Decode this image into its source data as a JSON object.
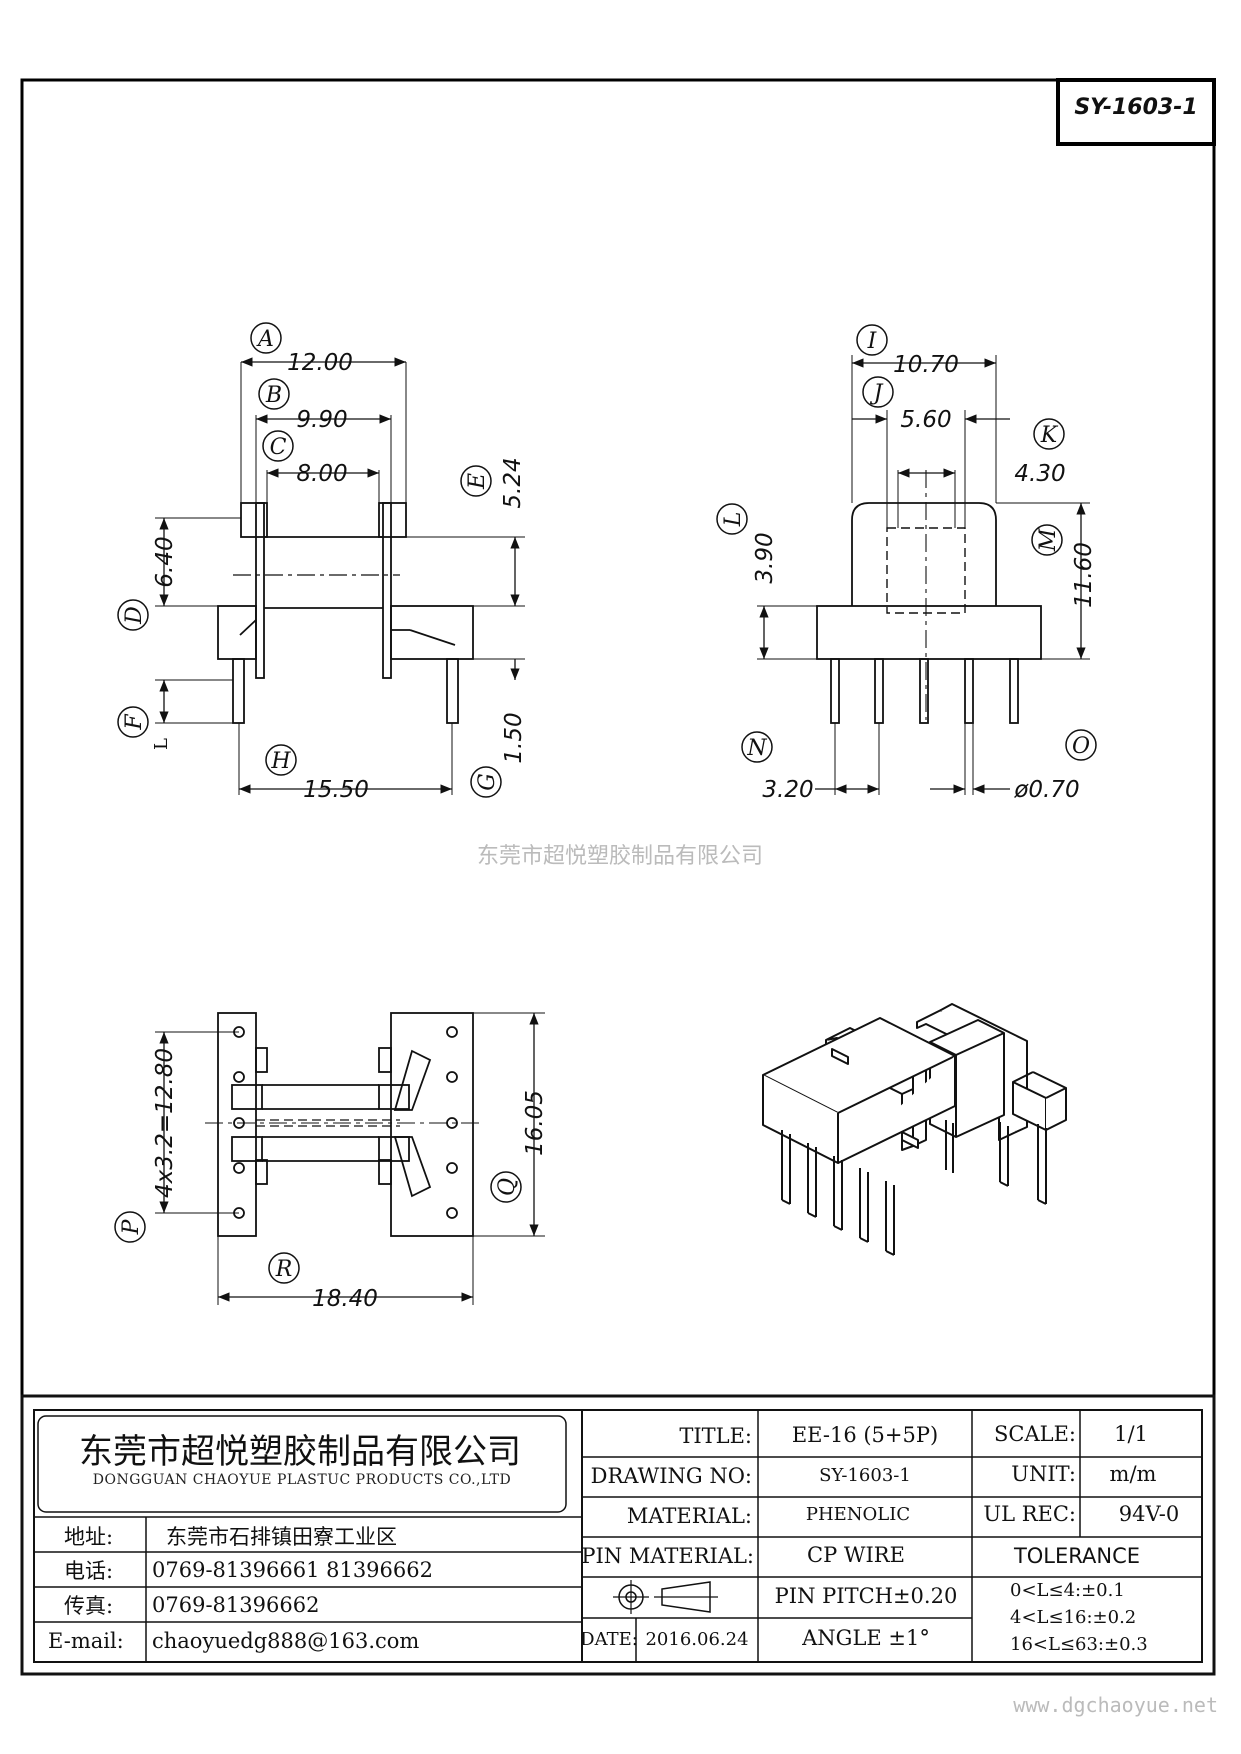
{
  "drawing_code": "SY-1603-1",
  "watermark": "东莞市超悦塑胶制品有限公司",
  "website": "www.dgchaoyue.net",
  "front_view": {
    "A": {
      "tag": "A",
      "value": "12.00"
    },
    "B": {
      "tag": "B",
      "value": "9.90"
    },
    "C": {
      "tag": "C",
      "value": "8.00"
    },
    "D": {
      "tag": "D",
      "value": "6.40"
    },
    "E": {
      "tag": "E",
      "value": "5.24"
    },
    "F": {
      "tag": "F",
      "value": "L"
    },
    "G": {
      "tag": "G",
      "value": "1.50"
    },
    "H": {
      "tag": "H",
      "value": "15.50"
    }
  },
  "side_view": {
    "I": {
      "tag": "I",
      "value": "10.70"
    },
    "J": {
      "tag": "J",
      "value": "5.60"
    },
    "K": {
      "tag": "K",
      "value": "4.30"
    },
    "L": {
      "tag": "L",
      "value": "3.90"
    },
    "M": {
      "tag": "M",
      "value": "11.60"
    },
    "N": {
      "tag": "N",
      "value": "3.20"
    },
    "O": {
      "tag": "O",
      "value": "ø0.70"
    }
  },
  "bottom_view": {
    "P": {
      "tag": "P",
      "value": "4x3.2=12.80"
    },
    "Q": {
      "tag": "Q",
      "value": "16.05"
    },
    "R": {
      "tag": "R",
      "value": "18.40"
    }
  },
  "title_block": {
    "company_cn": "东莞市超悦塑胶制品有限公司",
    "company_en": "DONGGUAN CHAOYUE PLASTUC PRODUCTS CO.,LTD",
    "address_label": "地址:",
    "address": "东莞市石排镇田寮工业区",
    "phone_label": "电话:",
    "phone": "0769-81396661   81396662",
    "fax_label": "传真:",
    "fax": "0769-81396662",
    "email_label": "E-mail:",
    "email": "chaoyuedg888@163.com",
    "title_label": "TITLE:",
    "title": "EE-16 (5+5P)",
    "drawing_no_label": "DRAWING NO:",
    "drawing_no": "SY-1603-1",
    "material_label": "MATERIAL:",
    "material": "PHENOLIC",
    "pin_material_label": "PIN MATERIAL:",
    "pin_material": "CP WIRE",
    "pin_pitch": "PIN PITCH±0.20",
    "angle": "ANGLE  ±1°",
    "date_label": "DATE:",
    "date": "2016.06.24",
    "scale_label": "SCALE:",
    "scale": "1/1",
    "unit_label": "UNIT:",
    "unit": "m/m",
    "ul_rec_label": "UL REC:",
    "ul_rec": "94V-0",
    "tolerance_label": "TOLERANCE",
    "tolerances": [
      "0<L≤4:±0.1",
      "4<L≤16:±0.2",
      "16<L≤63:±0.3"
    ]
  }
}
